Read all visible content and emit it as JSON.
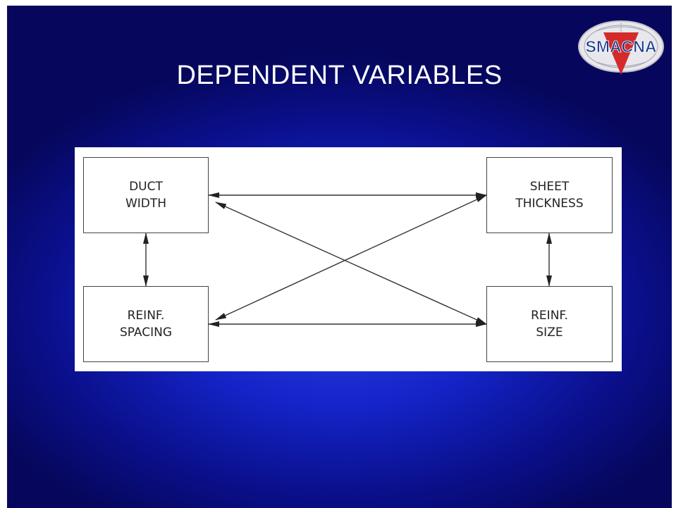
{
  "slide": {
    "title": "DEPENDENT VARIABLES",
    "logo_text": "SMACNA"
  },
  "diagram": {
    "nodes": {
      "duct_width": "DUCT\nWIDTH",
      "sheet_thickness": "SHEET\nTHICKNESS",
      "reinf_spacing": "REINF.\nSPACING",
      "reinf_size": "REINF.\nSIZE"
    },
    "edges": [
      [
        "duct_width",
        "sheet_thickness"
      ],
      [
        "duct_width",
        "reinf_spacing"
      ],
      [
        "duct_width",
        "reinf_size"
      ],
      [
        "sheet_thickness",
        "reinf_spacing"
      ],
      [
        "sheet_thickness",
        "reinf_size"
      ],
      [
        "reinf_spacing",
        "reinf_size"
      ]
    ],
    "edge_style": "bidirectional-arrow"
  },
  "colors": {
    "background": "#1424c8",
    "title": "#ffffff",
    "logo_red": "#d42a2a",
    "logo_blue": "#1a3a8c"
  }
}
